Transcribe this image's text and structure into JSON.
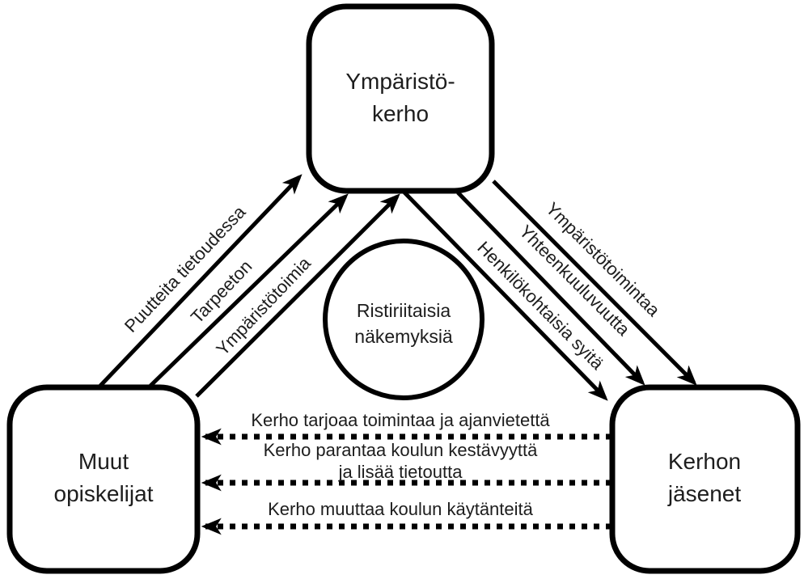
{
  "nodes": {
    "environment_club": {
      "line1": "Ympäristö-",
      "line2": "kerho"
    },
    "other_students": {
      "line1": "Muut",
      "line2": "opiskelijat"
    },
    "club_members": {
      "line1": "Kerhon",
      "line2": "jäsenet"
    },
    "conflicting_views": {
      "line1": "Ristiriitaisia",
      "line2": "näkemyksiä"
    }
  },
  "edges": {
    "students_to_club": {
      "e1": "Puutteita tietoudessa",
      "e2": "Tarpeeton",
      "e3": "Ympäristötoimia"
    },
    "club_to_members": {
      "e1": "Ympäristötoimintaa",
      "e2": "Yhteenkuuluvuutta",
      "e3": "Henkilökohtaisia syitä"
    },
    "members_to_students": {
      "e1": "Kerho tarjoaa toimintaa ja ajanvietettä",
      "e2_line1": "Kerho parantaa koulun kestävyyttä",
      "e2_line2": "ja lisää tietoutta",
      "e3": "Kerho muuttaa koulun käytänteitä"
    }
  },
  "colors": {
    "line": "#000000",
    "text": "#1d1d1d",
    "node_fill": "#ffffff",
    "background": "#ffffff"
  }
}
